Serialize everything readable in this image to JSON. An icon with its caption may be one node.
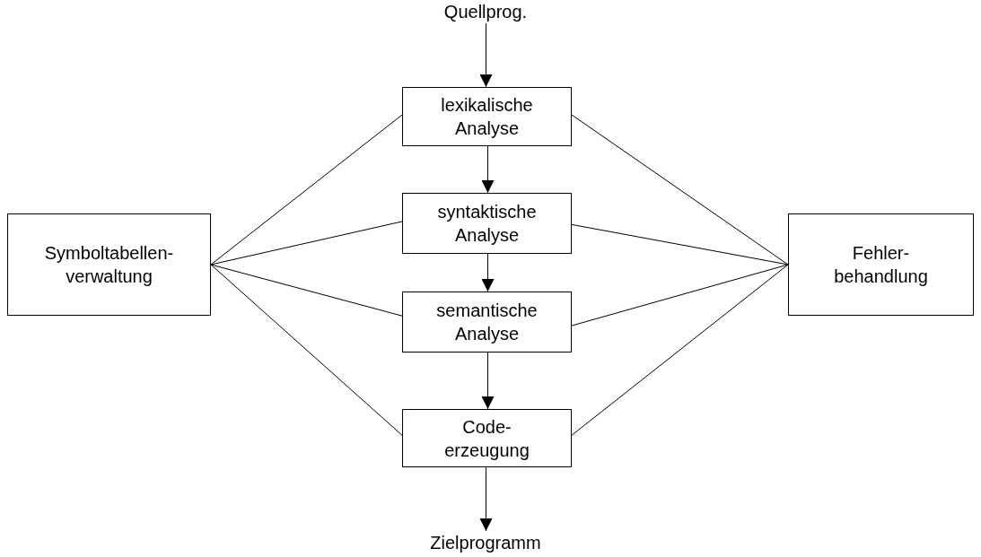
{
  "diagram": {
    "nodes": [
      {
        "text": [
          "Quellprog."
        ]
      },
      {
        "text": [
          "lexikalische Analyse"
        ]
      },
      {
        "text": [
          "syntaktische Analyse"
        ]
      },
      {
        "text": [
          "semantische Analyse"
        ]
      },
      {
        "text": [
          "Code- erzeugung"
        ]
      },
      {
        "text": [
          "Zielprogramm"
        ]
      },
      {
        "text": [
          "Symboltabellen- verwaltung"
        ]
      },
      {
        "text": [
          "Fehler- behandlung"
        ]
      }
    ],
    "edges": [
      {
        "from": 0,
        "to": 1,
        "arrow": "to"
      },
      {
        "from": 1,
        "to": 2,
        "arrow": "to"
      },
      {
        "from": 2,
        "to": 3,
        "arrow": "to"
      },
      {
        "from": 3,
        "to": 4,
        "arrow": "to"
      },
      {
        "from": 4,
        "to": 5,
        "arrow": "to"
      },
      {
        "from": 6,
        "to": 1,
        "arrow": "none"
      },
      {
        "from": 6,
        "to": 2,
        "arrow": "none"
      },
      {
        "from": 6,
        "to": 3,
        "arrow": "none"
      },
      {
        "from": 6,
        "to": 4,
        "arrow": "none"
      },
      {
        "from": 1,
        "to": 7,
        "arrow": "none"
      },
      {
        "from": 2,
        "to": 7,
        "arrow": "none"
      },
      {
        "from": 3,
        "to": 7,
        "arrow": "none"
      },
      {
        "from": 4,
        "to": 7,
        "arrow": "none"
      }
    ]
  }
}
